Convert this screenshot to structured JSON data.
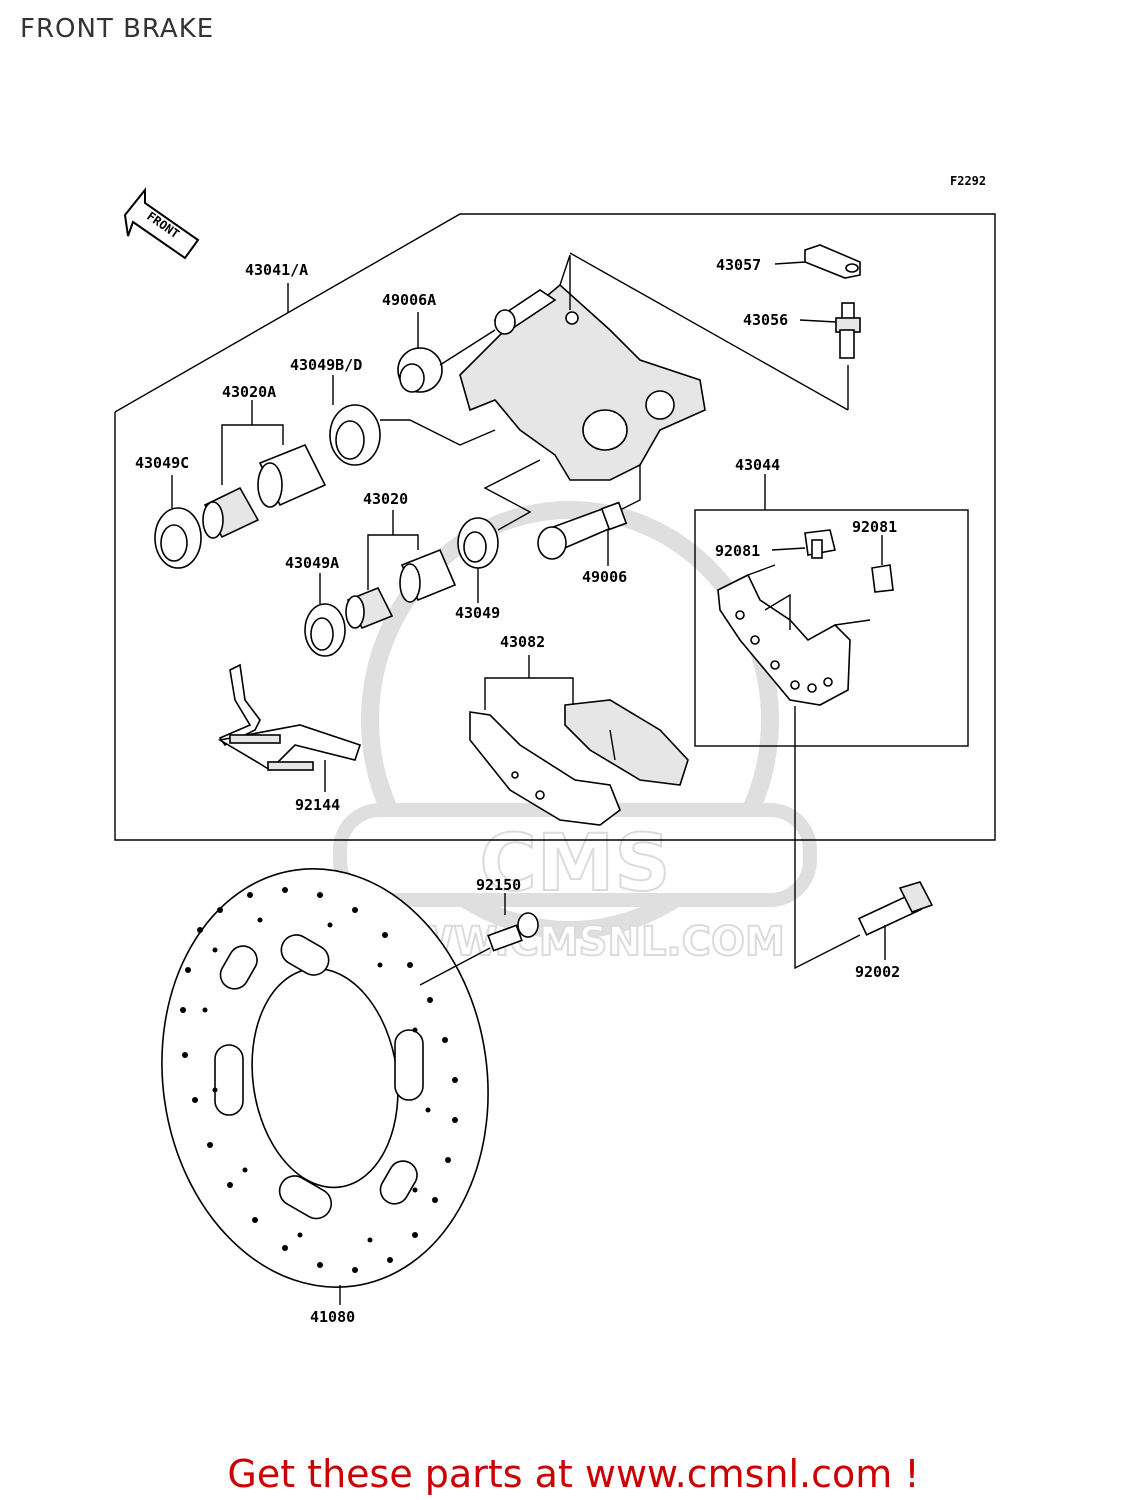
{
  "title": "FRONT BRAKE",
  "figure_code": "F2292",
  "front_arrow_text": "FRONT",
  "watermark": {
    "brand": "CMS",
    "url": "WWW.CMSNL.COM"
  },
  "labels": {
    "p43041A": "43041/A",
    "p49006A": "49006A",
    "p43057": "43057",
    "p43056": "43056",
    "p43049BD": "43049B/D",
    "p43020A": "43020A",
    "p43049C": "43049C",
    "p43020": "43020",
    "p43044": "43044",
    "p92081a": "92081",
    "p92081b": "92081",
    "p43049A": "43049A",
    "p43049": "43049",
    "p49006": "49006",
    "p43082": "43082",
    "p92144": "92144",
    "p92150": "92150",
    "p92002": "92002",
    "p41080": "41080"
  },
  "footer": "Get these parts at www.cmsnl.com !"
}
